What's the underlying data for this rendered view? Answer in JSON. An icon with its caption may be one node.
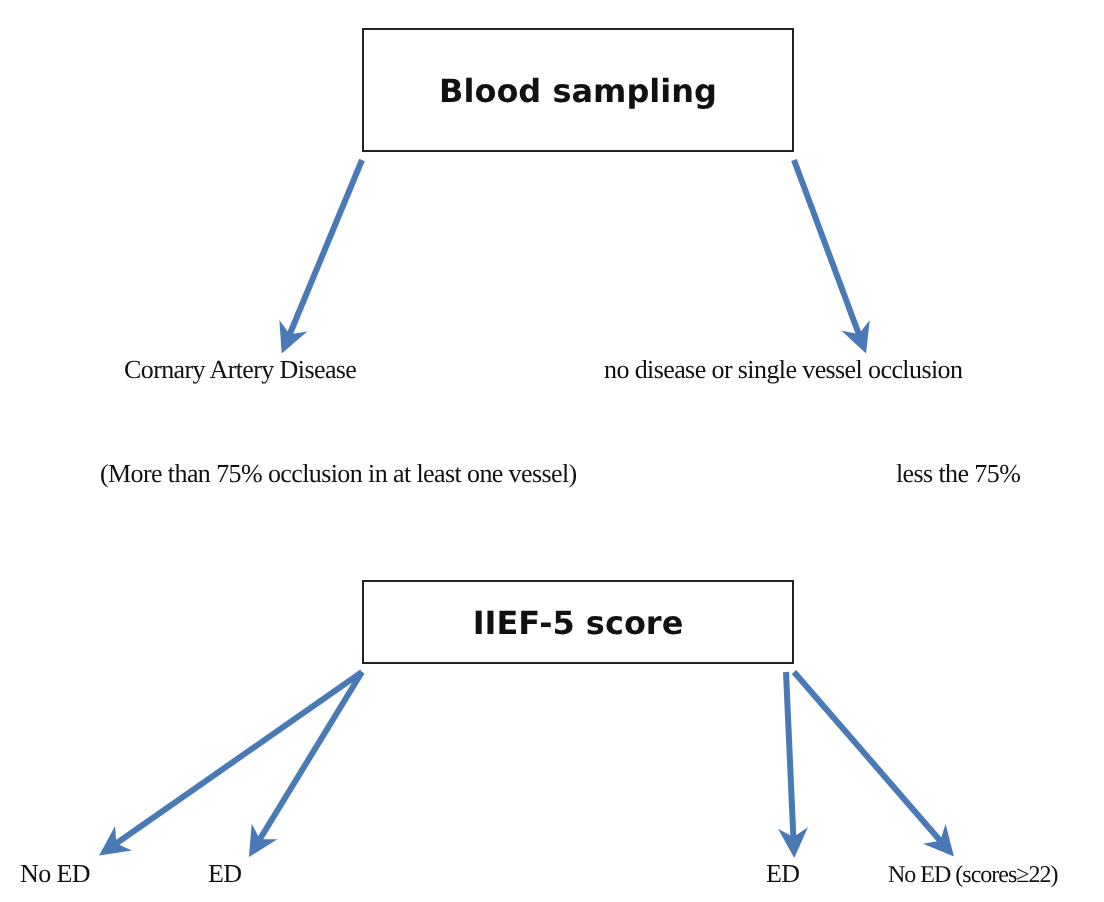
{
  "diagram": {
    "nodes": [
      {
        "text": [
          "Blood sampling"
        ]
      },
      {
        "text": [
          "Cornary Artery Disease"
        ],
        "beside": [
          "(More than 75% occlusion in at least one vessel)"
        ]
      },
      {
        "text": [
          "no disease or single vessel occlusion"
        ],
        "beside": [
          "less the 75%"
        ]
      },
      {
        "text": [
          "IIEF-5 score"
        ]
      },
      {
        "text": [
          "No ED"
        ]
      },
      {
        "text": [
          "ED"
        ]
      },
      {
        "text": [
          "ED"
        ]
      },
      {
        "text": [
          "No ED (scores≥22)"
        ]
      }
    ],
    "edges": [
      {
        "from": 0,
        "to": 1,
        "arrow": "to"
      },
      {
        "from": 0,
        "to": 2,
        "arrow": "to"
      },
      {
        "from": 3,
        "to": 4,
        "arrow": "to"
      },
      {
        "from": 3,
        "to": 5,
        "arrow": "to"
      },
      {
        "from": 3,
        "to": 6,
        "arrow": "to"
      },
      {
        "from": 3,
        "to": 7,
        "arrow": "to"
      }
    ]
  }
}
